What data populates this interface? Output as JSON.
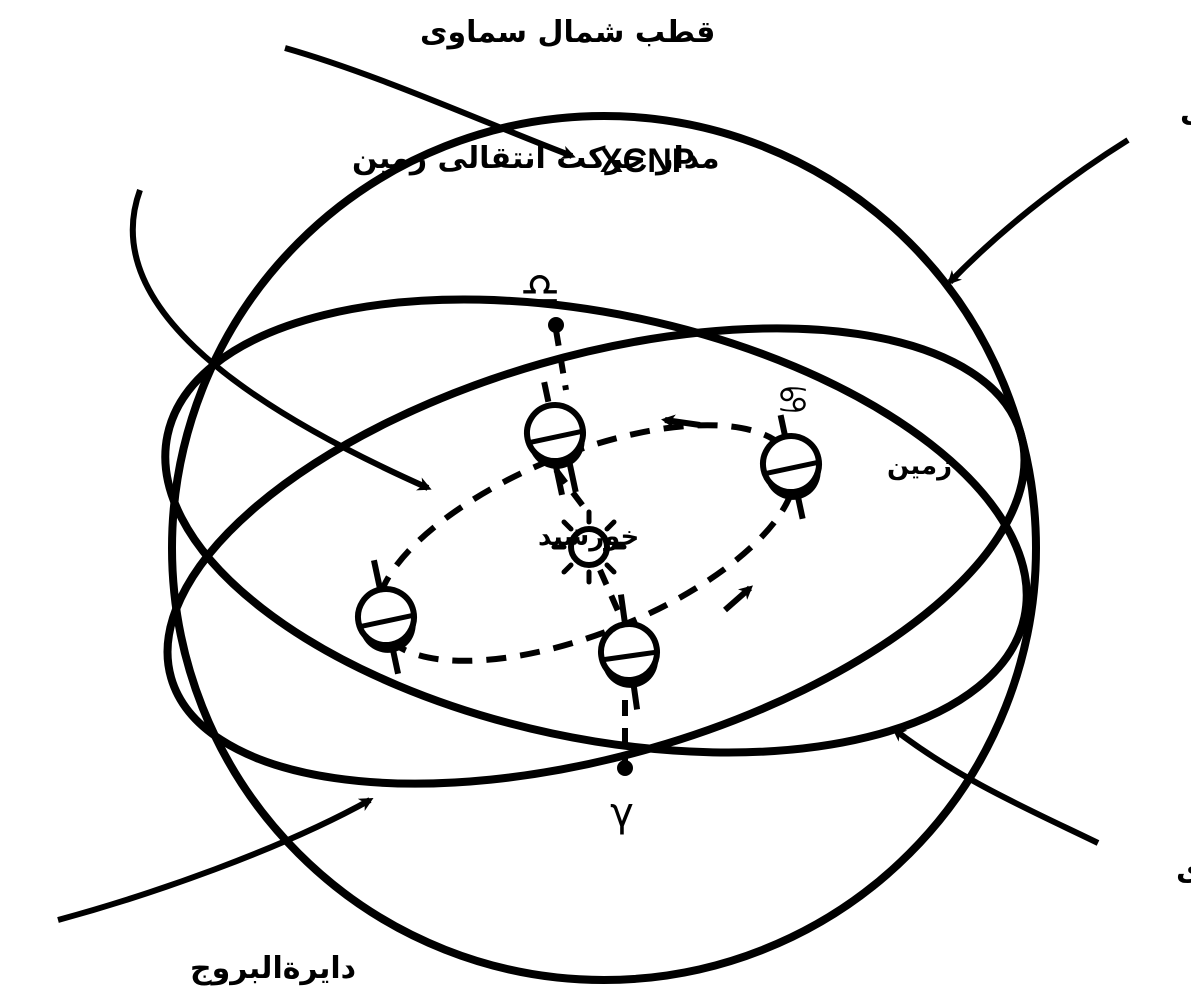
{
  "labels": {
    "north_celestial_pole": "قطب شمال سماوی",
    "xcnp": "XCNP",
    "celestial_sphere": "کرهٔ سماوی",
    "earth_orbit": "مدار حرکت انتقالی زمین",
    "earth": "زمین",
    "sun": "خورشید",
    "celestial_equator": "استوای سماوی",
    "ecliptic": "دایرة‌البروج"
  },
  "symbols": {
    "libra": "♎",
    "aries": "γ",
    "cancer": "♋"
  },
  "colors": {
    "ink": "#000000",
    "background": "#ffffff"
  }
}
